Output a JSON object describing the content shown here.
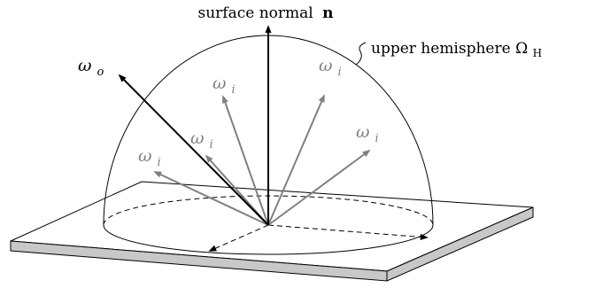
{
  "labels": {
    "normal_text": "surface normal",
    "normal_symbol": "n",
    "hemisphere_text": "upper hemisphere Ω",
    "hemisphere_subscript": "H",
    "outgoing_symbol": "ω",
    "outgoing_subscript": "o",
    "incoming_symbol": "ω",
    "incoming_subscript": "i"
  },
  "colors": {
    "line": "#000000",
    "incoming_arrow": "#808080",
    "slab_edge": "#c8c8c8"
  }
}
